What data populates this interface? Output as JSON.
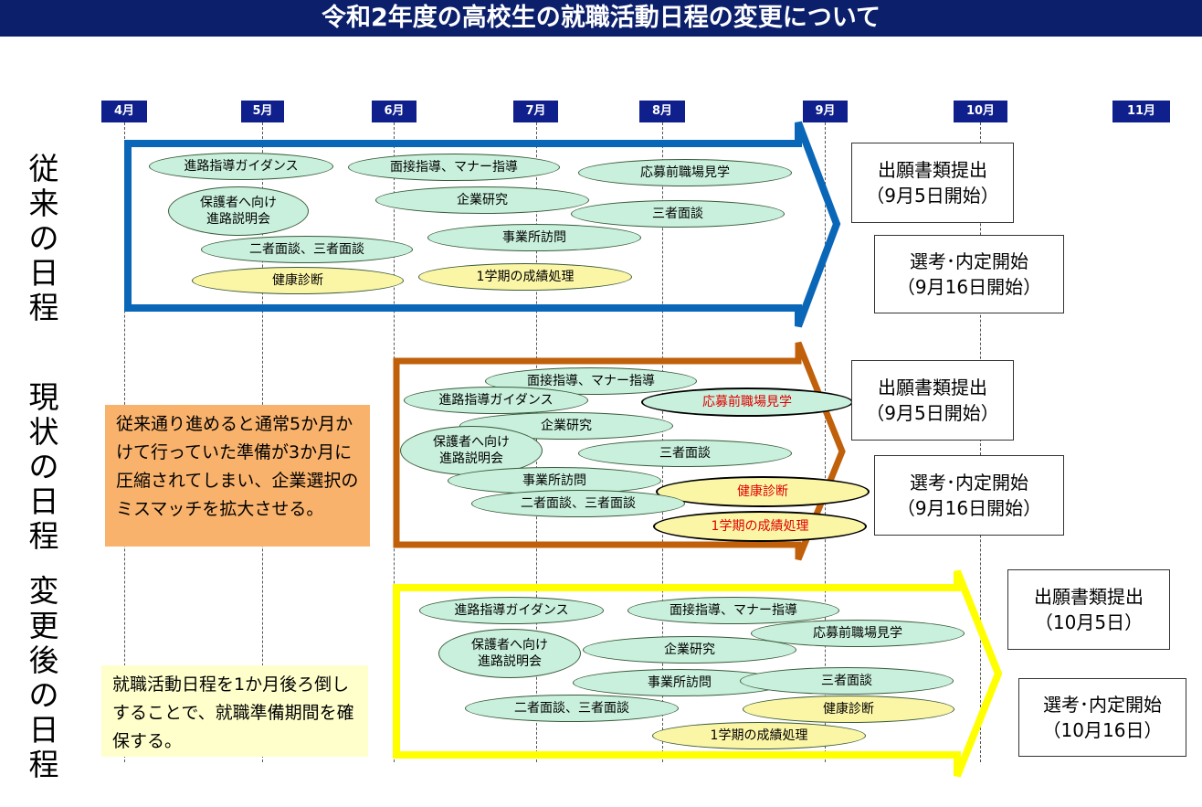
{
  "title": "令和2年度の高校生の就職活動日程の変更について",
  "months": [
    "4月",
    "5月",
    "6月",
    "7月",
    "8月",
    "9月",
    "10月",
    "11月"
  ],
  "rows": {
    "traditional": {
      "label": [
        "従",
        "来",
        "の",
        "日",
        "程"
      ]
    },
    "current": {
      "label": [
        "現",
        "状",
        "の",
        "日",
        "程"
      ]
    },
    "changed": {
      "label": [
        "変",
        "更",
        "後",
        "の",
        "日",
        "程"
      ]
    }
  },
  "traditional_items": {
    "guidance": "進路指導ガイダンス",
    "interview": "面接指導、マナー指導",
    "visit_prep": "応募前職場見学",
    "parents_1": "保護者へ向け",
    "parents_2": "進路説明会",
    "company": "企業研究",
    "three": "三者面談",
    "office": "事業所訪問",
    "two_three": "二者面談、三者面談",
    "health": "健康診断",
    "grades": "1学期の成績処理"
  },
  "current_items": {
    "interview": "面接指導、マナー指導",
    "guidance": "進路指導ガイダンス",
    "visit_prep": "応募前職場見学",
    "company": "企業研究",
    "parents_1": "保護者へ向け",
    "parents_2": "進路説明会",
    "three": "三者面談",
    "office": "事業所訪問",
    "health": "健康診断",
    "two_three": "二者面談、三者面談",
    "grades": "1学期の成績処理"
  },
  "changed_items": {
    "guidance": "進路指導ガイダンス",
    "interview": "面接指導、マナー指導",
    "visit_prep": "応募前職場見学",
    "parents_1": "保護者へ向け",
    "parents_2": "進路説明会",
    "company": "企業研究",
    "office": "事業所訪問",
    "three": "三者面談",
    "two_three": "二者面談、三者面談",
    "health": "健康診断",
    "grades": "1学期の成績処理"
  },
  "boxes": {
    "trad_apply_1": "出願書類提出",
    "trad_apply_2": "（9月5日開始）",
    "trad_select_1": "選考･内定開始",
    "trad_select_2": "（9月16日開始）",
    "cur_apply_1": "出願書類提出",
    "cur_apply_2": "（9月5日開始）",
    "cur_select_1": "選考･内定開始",
    "cur_select_2": "（9月16日開始）",
    "chg_apply_1": "出願書類提出",
    "chg_apply_2": "（10月5日）",
    "chg_select_1": "選考･内定開始",
    "chg_select_2": "（10月16日）"
  },
  "notes": {
    "orange": "従来通り進めると通常5か月かけて行っていた準備が3か月に圧縮されてしまい、企業選択のミスマッチを拡大させる。",
    "yellow": "就職活動日程を1か月後ろ倒しすることで、就職準備期間を確保する。"
  },
  "colors": {
    "title_bg": "#0b1f6b",
    "month_bg": "#0f1f8c",
    "arrow_traditional": "#0a66b7",
    "arrow_current": "#c0600a",
    "arrow_changed": "#ffff00",
    "pill_green": "#c8f0dc",
    "pill_yellow": "#fbf5a6",
    "note_orange": "#f9b26c",
    "note_yellow": "#ffffcc"
  }
}
